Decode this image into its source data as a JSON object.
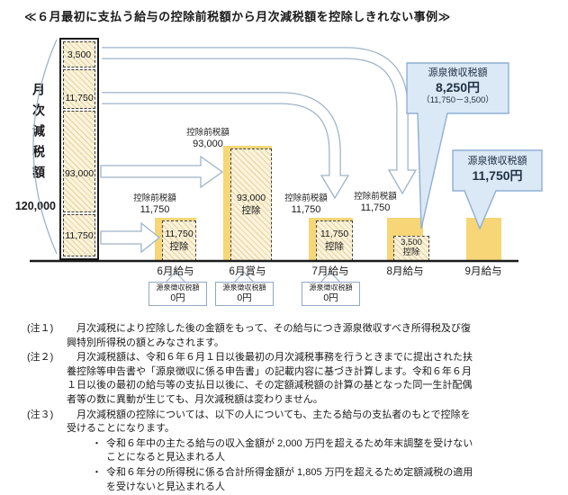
{
  "title": "≪６月最初に支払う給与の控除前税額から月次減税額を控除しきれない事例≫",
  "stack": {
    "label_vertical": "月次減税額",
    "total": "120,000",
    "seg1": "3,500",
    "seg2": "11,750",
    "seg3": "93,000",
    "seg4": "11,750"
  },
  "labels": {
    "pre_tax": "控除前税額",
    "deduct": "控除"
  },
  "bars": {
    "june_salary": {
      "month": "6月給与",
      "pre": "11,750",
      "deduct_amount": "11,750"
    },
    "june_bonus": {
      "month": "6月賞与",
      "pre": "93,000",
      "deduct_amount": "93,000"
    },
    "july_salary": {
      "month": "7月給与",
      "pre": "11,750",
      "deduct_amount": "11,750"
    },
    "august_salary": {
      "month": "8月給与",
      "pre": "11,750",
      "deduct_amount": "3,500"
    },
    "september_salary": {
      "month": "9月給与"
    }
  },
  "withholding_box": {
    "label": "源泉徴収税額",
    "value": "0円"
  },
  "callout_august": {
    "label": "源泉徴収税額",
    "value": "8,250円",
    "formula": "（11,750－3,500）"
  },
  "callout_september": {
    "label": "源泉徴収税額",
    "value": "11,750円"
  },
  "notes": [
    {
      "label": "(注１)",
      "text": "月次減税により控除した後の金額をもって、その給与につき源泉徴収すべき所得税及び復興特別所得税の額とみなされます。"
    },
    {
      "label": "(注２)",
      "text": "月次減税額は、令和６年６月１日以後最初の月次減税事務を行うときまでに提出された扶養控除等申告書や「源泉徴収に係る申告書」の記載内容に基づき計算します。令和６年６月１日以後の最初の給与等の支払日以後に、その定額減税額の計算の基となった同一生計配偶者等の数に異動が生じても、月次減税額は変わりません。"
    },
    {
      "label": "(注３)",
      "text": "月次減税額の控除については、以下の人についても、主たる給与の支払者のもとで控除を受けることになります。",
      "bullet": "・",
      "bullet1": "令和６年中の主たる給与の収入金額が 2,000 万円を超えるため年末調整を受けないことになると見込まれる人",
      "bullet2": "令和６年分の所得税に係る合計所得金額が 1,805 万円を超えるため定額減税の適用を受けないと見込まれる人"
    }
  ],
  "colors": {
    "bar_yellow": "#F6D677",
    "hatch_bg": "#FBF3DB",
    "callout_bg": "#DBE8F5",
    "callout_border": "#8FAFD4",
    "arrow_border": "#9DB3C8"
  }
}
